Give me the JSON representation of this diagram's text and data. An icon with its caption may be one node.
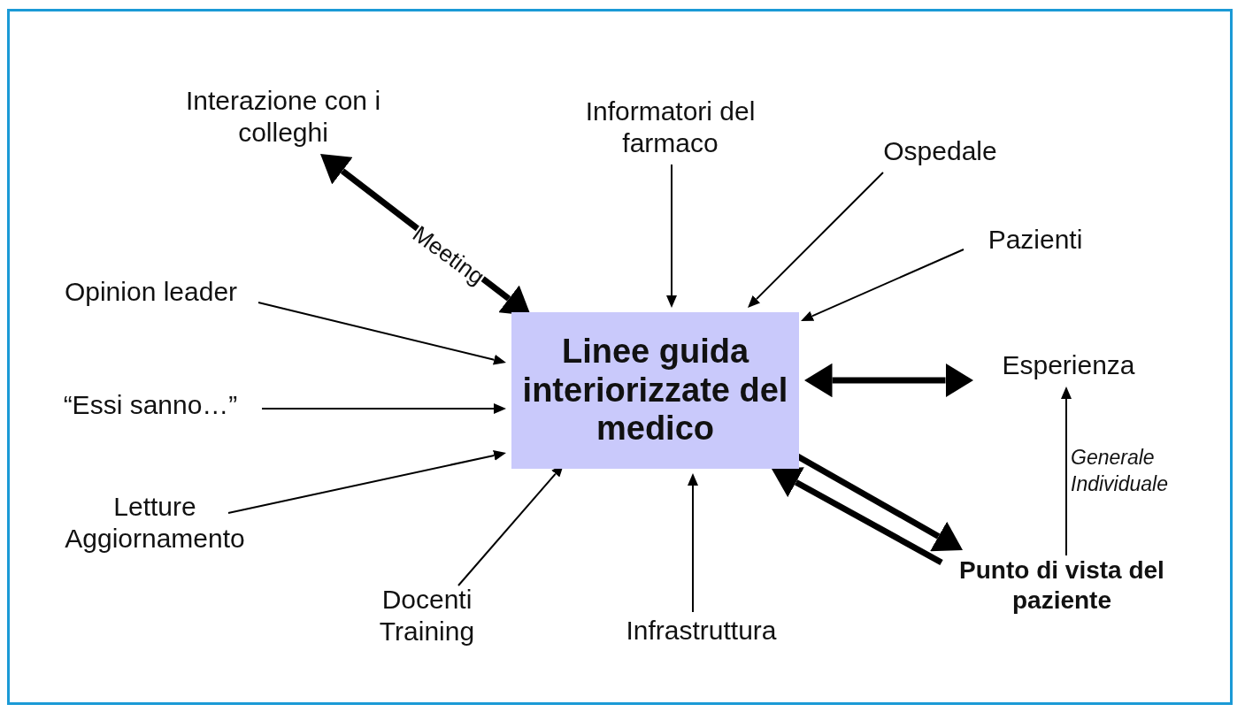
{
  "diagram": {
    "nodes": [
      {
        "text": [
          "Linee guida interiorizzate del medico"
        ]
      },
      {
        "text": [
          "Interazione con i colleghi"
        ]
      },
      {
        "text": [
          "Informatori del farmaco"
        ]
      },
      {
        "text": [
          "Ospedale"
        ]
      },
      {
        "text": [
          "Pazienti"
        ]
      },
      {
        "text": [
          "Esperienza"
        ]
      },
      {
        "text": [
          "Punto di vista del paziente"
        ]
      },
      {
        "text": [
          "Opinion leader"
        ]
      },
      {
        "text": [
          "“Essi sanno…”"
        ]
      },
      {
        "text": [
          "Letture Aggiornamento"
        ]
      },
      {
        "text": [
          "Docenti Training"
        ]
      },
      {
        "text": [
          "Infrastruttura"
        ]
      }
    ],
    "edges": [
      {
        "from": 0,
        "to": 1,
        "arrow": "both",
        "label": "Meeting",
        "style": "thick"
      },
      {
        "from": 2,
        "to": 0,
        "arrow": "to"
      },
      {
        "from": 3,
        "to": 0,
        "arrow": "to"
      },
      {
        "from": 4,
        "to": 0,
        "arrow": "to"
      },
      {
        "from": 0,
        "to": 5,
        "arrow": "both",
        "style": "thick"
      },
      {
        "from": 0,
        "to": 6,
        "arrow": "to",
        "style": "thick"
      },
      {
        "from": 6,
        "to": 0,
        "arrow": "to",
        "style": "thick"
      },
      {
        "from": 6,
        "to": 5,
        "arrow": "to",
        "label": "Generale Individuale"
      },
      {
        "from": 7,
        "to": 0,
        "arrow": "to"
      },
      {
        "from": 8,
        "to": 0,
        "arrow": "to"
      },
      {
        "from": 9,
        "to": 0,
        "arrow": "to"
      },
      {
        "from": 10,
        "to": 0,
        "arrow": "to"
      },
      {
        "from": 11,
        "to": 0,
        "arrow": "to"
      }
    ]
  }
}
